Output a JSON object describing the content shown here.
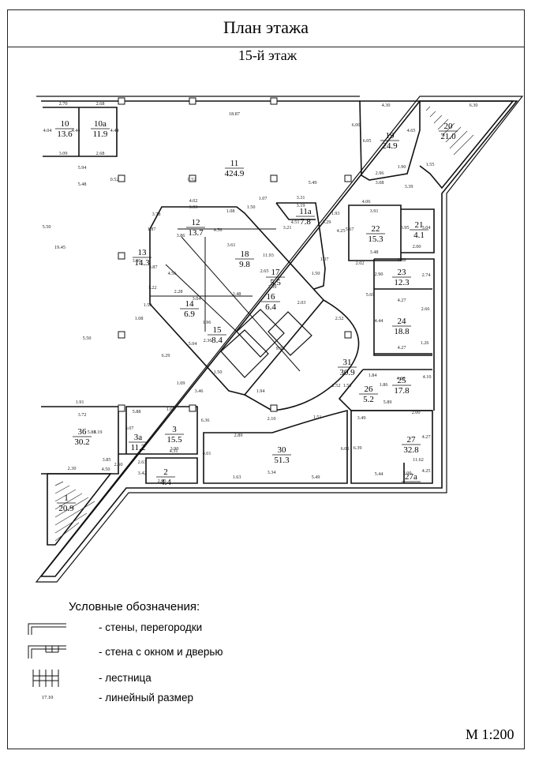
{
  "header": {
    "title": "План этажа"
  },
  "floor_label": "15-й этаж",
  "rooms": [
    {
      "no": "10",
      "area": "13.6"
    },
    {
      "no": "10а",
      "area": "11.9"
    },
    {
      "no": "11",
      "area": "424.9"
    },
    {
      "no": "19",
      "area": "24.9"
    },
    {
      "no": "20",
      "area": "21.0"
    },
    {
      "no": "11а",
      "area": "7.8"
    },
    {
      "no": "12",
      "area": "13.7"
    },
    {
      "no": "13",
      "area": "14.3"
    },
    {
      "no": "18",
      "area": "9.8"
    },
    {
      "no": "22",
      "area": "15.3"
    },
    {
      "no": "21",
      "area": "4.1"
    },
    {
      "no": "17",
      "area": "5.5"
    },
    {
      "no": "23",
      "area": "12.3"
    },
    {
      "no": "14",
      "area": "6.9"
    },
    {
      "no": "16",
      "area": "6.4"
    },
    {
      "no": "24",
      "area": "18.8"
    },
    {
      "no": "15",
      "area": "8.4"
    },
    {
      "no": "31",
      "area": "30.9"
    },
    {
      "no": "25",
      "area": "17.8"
    },
    {
      "no": "26",
      "area": "5.2"
    },
    {
      "no": "36",
      "area": "30.2"
    },
    {
      "no": "3а",
      "area": "11.2"
    },
    {
      "no": "3",
      "area": "15.5"
    },
    {
      "no": "30",
      "area": "51.3"
    },
    {
      "no": "27",
      "area": "32.8"
    },
    {
      "no": "2",
      "area": "4.4"
    },
    {
      "no": "27а",
      "area": ""
    },
    {
      "no": "1",
      "area": "20.9"
    }
  ],
  "dimensions": [
    "2.70",
    "2.68",
    "18.87",
    "4.30",
    "6.30",
    "4.04",
    "4.44",
    "4.44",
    "3.09",
    "2.68",
    "5.94",
    "6.00",
    "6.05",
    "4.65",
    "2.96",
    "3.08",
    "1.90",
    "1.55",
    "5.48",
    "0.52",
    "0.52",
    "5.49",
    "3.39",
    "1.07",
    "3.31",
    "3.19",
    "4.06",
    "3.91",
    "4.02",
    "3.93",
    "1.50",
    "1.93",
    "3.78",
    "1.08",
    "4.25",
    "5.67",
    "3.95",
    "3.04",
    "1.87",
    "3.86",
    "4.56",
    "3.21",
    "4.51",
    "3.29",
    "5.50",
    "19.45",
    "3.61",
    "11.93",
    "1.07",
    "3.48",
    "2.00",
    "3.90",
    "3.87",
    "4.56",
    "2.65",
    "1.50",
    "2.02",
    "3.88",
    "2.90",
    "2.74",
    "1.22",
    "2.28",
    "2.48",
    "2.09",
    "5.69",
    "4.27",
    "1.50",
    "3.04",
    "1.08",
    "2.03",
    "1.96",
    "2.52",
    "4.44",
    "2.66",
    "2.36",
    "5.04",
    "9.02",
    "4.27",
    "1.26",
    "5.50",
    "6.29",
    "1.50",
    "1.84",
    "4.60",
    "4.10",
    "1.09",
    "1.53",
    "3.46",
    "1.94",
    "2.52",
    "1.86",
    "1.91",
    "5.88",
    "1.68",
    "3.72",
    "6.36",
    "2.10",
    "1.51",
    "5.89",
    "2.00",
    "5.88",
    "3.07",
    "3.90",
    "3.49",
    "1.19",
    "2.89",
    "6.05",
    "6.39",
    "4.27",
    "4.31",
    "4.01",
    "3.85",
    "2.60",
    "2.63",
    "2.30",
    "4.50",
    "3.42",
    "2.90",
    "1.63",
    "3.34",
    "5.49",
    "11.62",
    "5.44",
    "2.00",
    "4.25",
    "1.52",
    "1.43"
  ],
  "legend": {
    "title": "Условные обозначения:",
    "items": [
      {
        "symbol": "wall-symbol",
        "text": "- стены, перегородки"
      },
      {
        "symbol": "wall-window-door-symbol",
        "text": "- стена с окном и дверью"
      },
      {
        "symbol": "stair-symbol",
        "text": "- лестница"
      },
      {
        "symbol": "17.10",
        "text": "- линейный размер"
      }
    ]
  },
  "scale": "М 1:200"
}
